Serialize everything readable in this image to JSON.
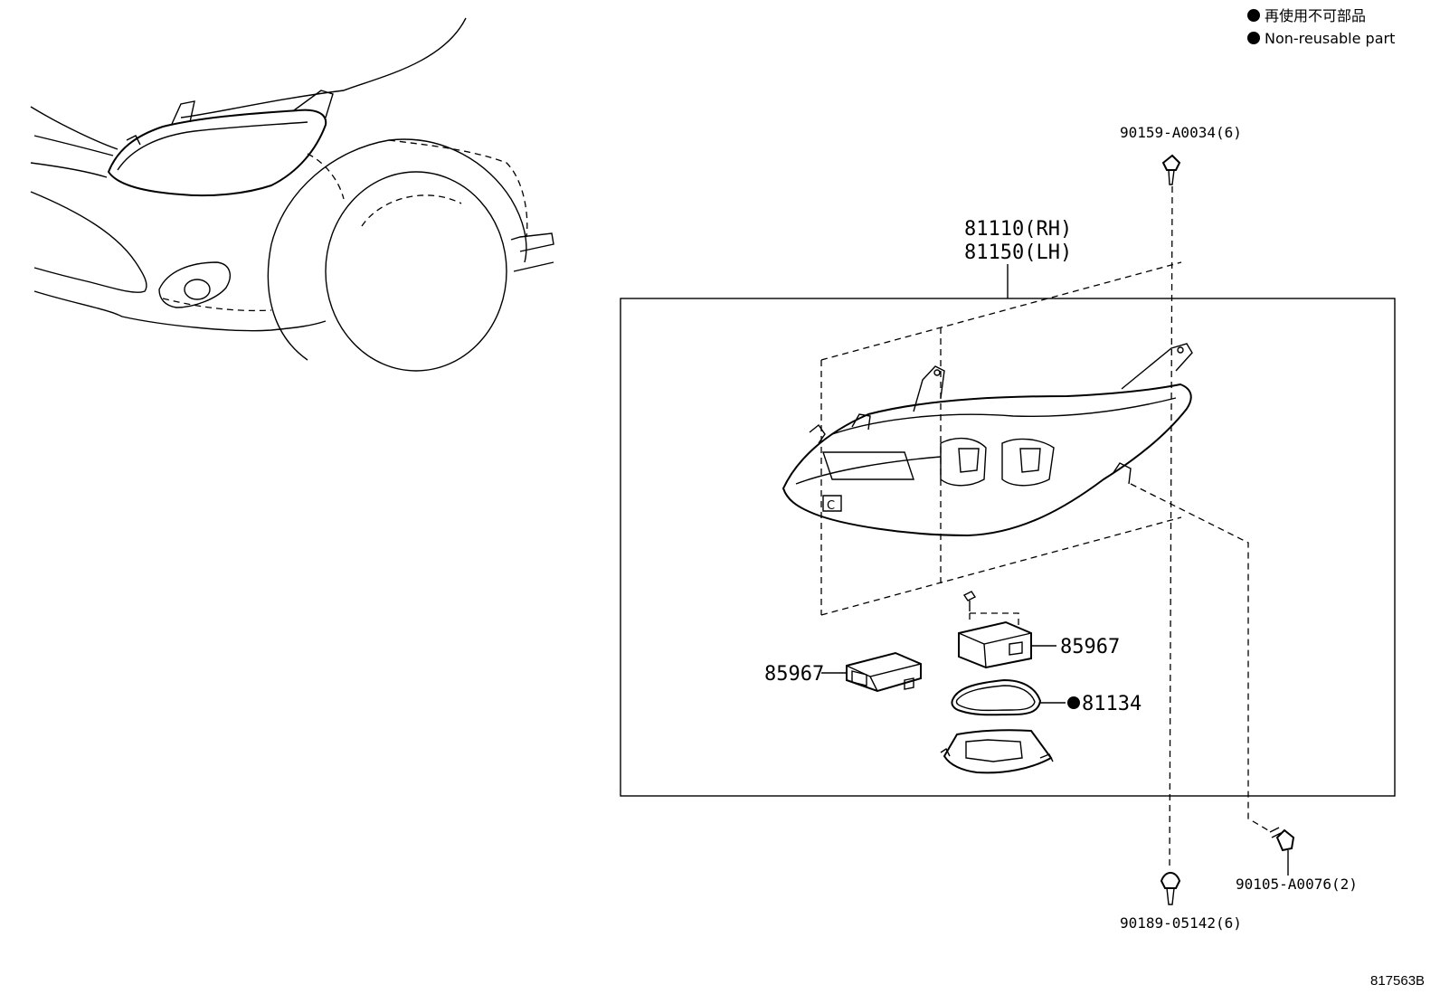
{
  "legend": {
    "japanese": "再使用不可部品",
    "english": "Non-reusable part"
  },
  "parts": {
    "p90159": "90159-A0034(6)",
    "p81110": "81110(RH)",
    "p81150": "81150(LH)",
    "p85967_upper": "85967",
    "p85967_lower": "85967",
    "p81134": "81134",
    "p90189": "90189-05142(6)",
    "p90105": "90105-A0076(2)"
  },
  "figure_id": "817563B"
}
